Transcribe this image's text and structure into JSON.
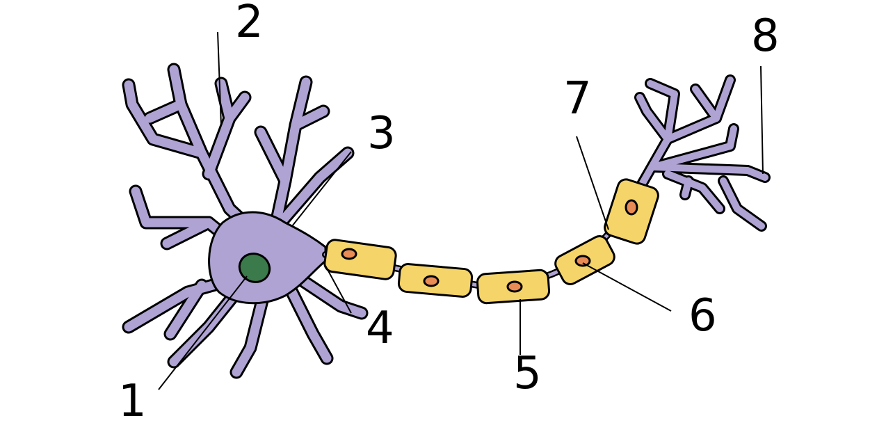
{
  "labels": [
    "1",
    "2",
    "3",
    "4",
    "5",
    "6",
    "7",
    "8"
  ],
  "colors": {
    "neuron_body": "#AFA3D3",
    "nucleus": "#3A7A4B",
    "myelin": "#F5D469",
    "schwann_nucleus": "#E98B55",
    "outline": "#000000"
  }
}
